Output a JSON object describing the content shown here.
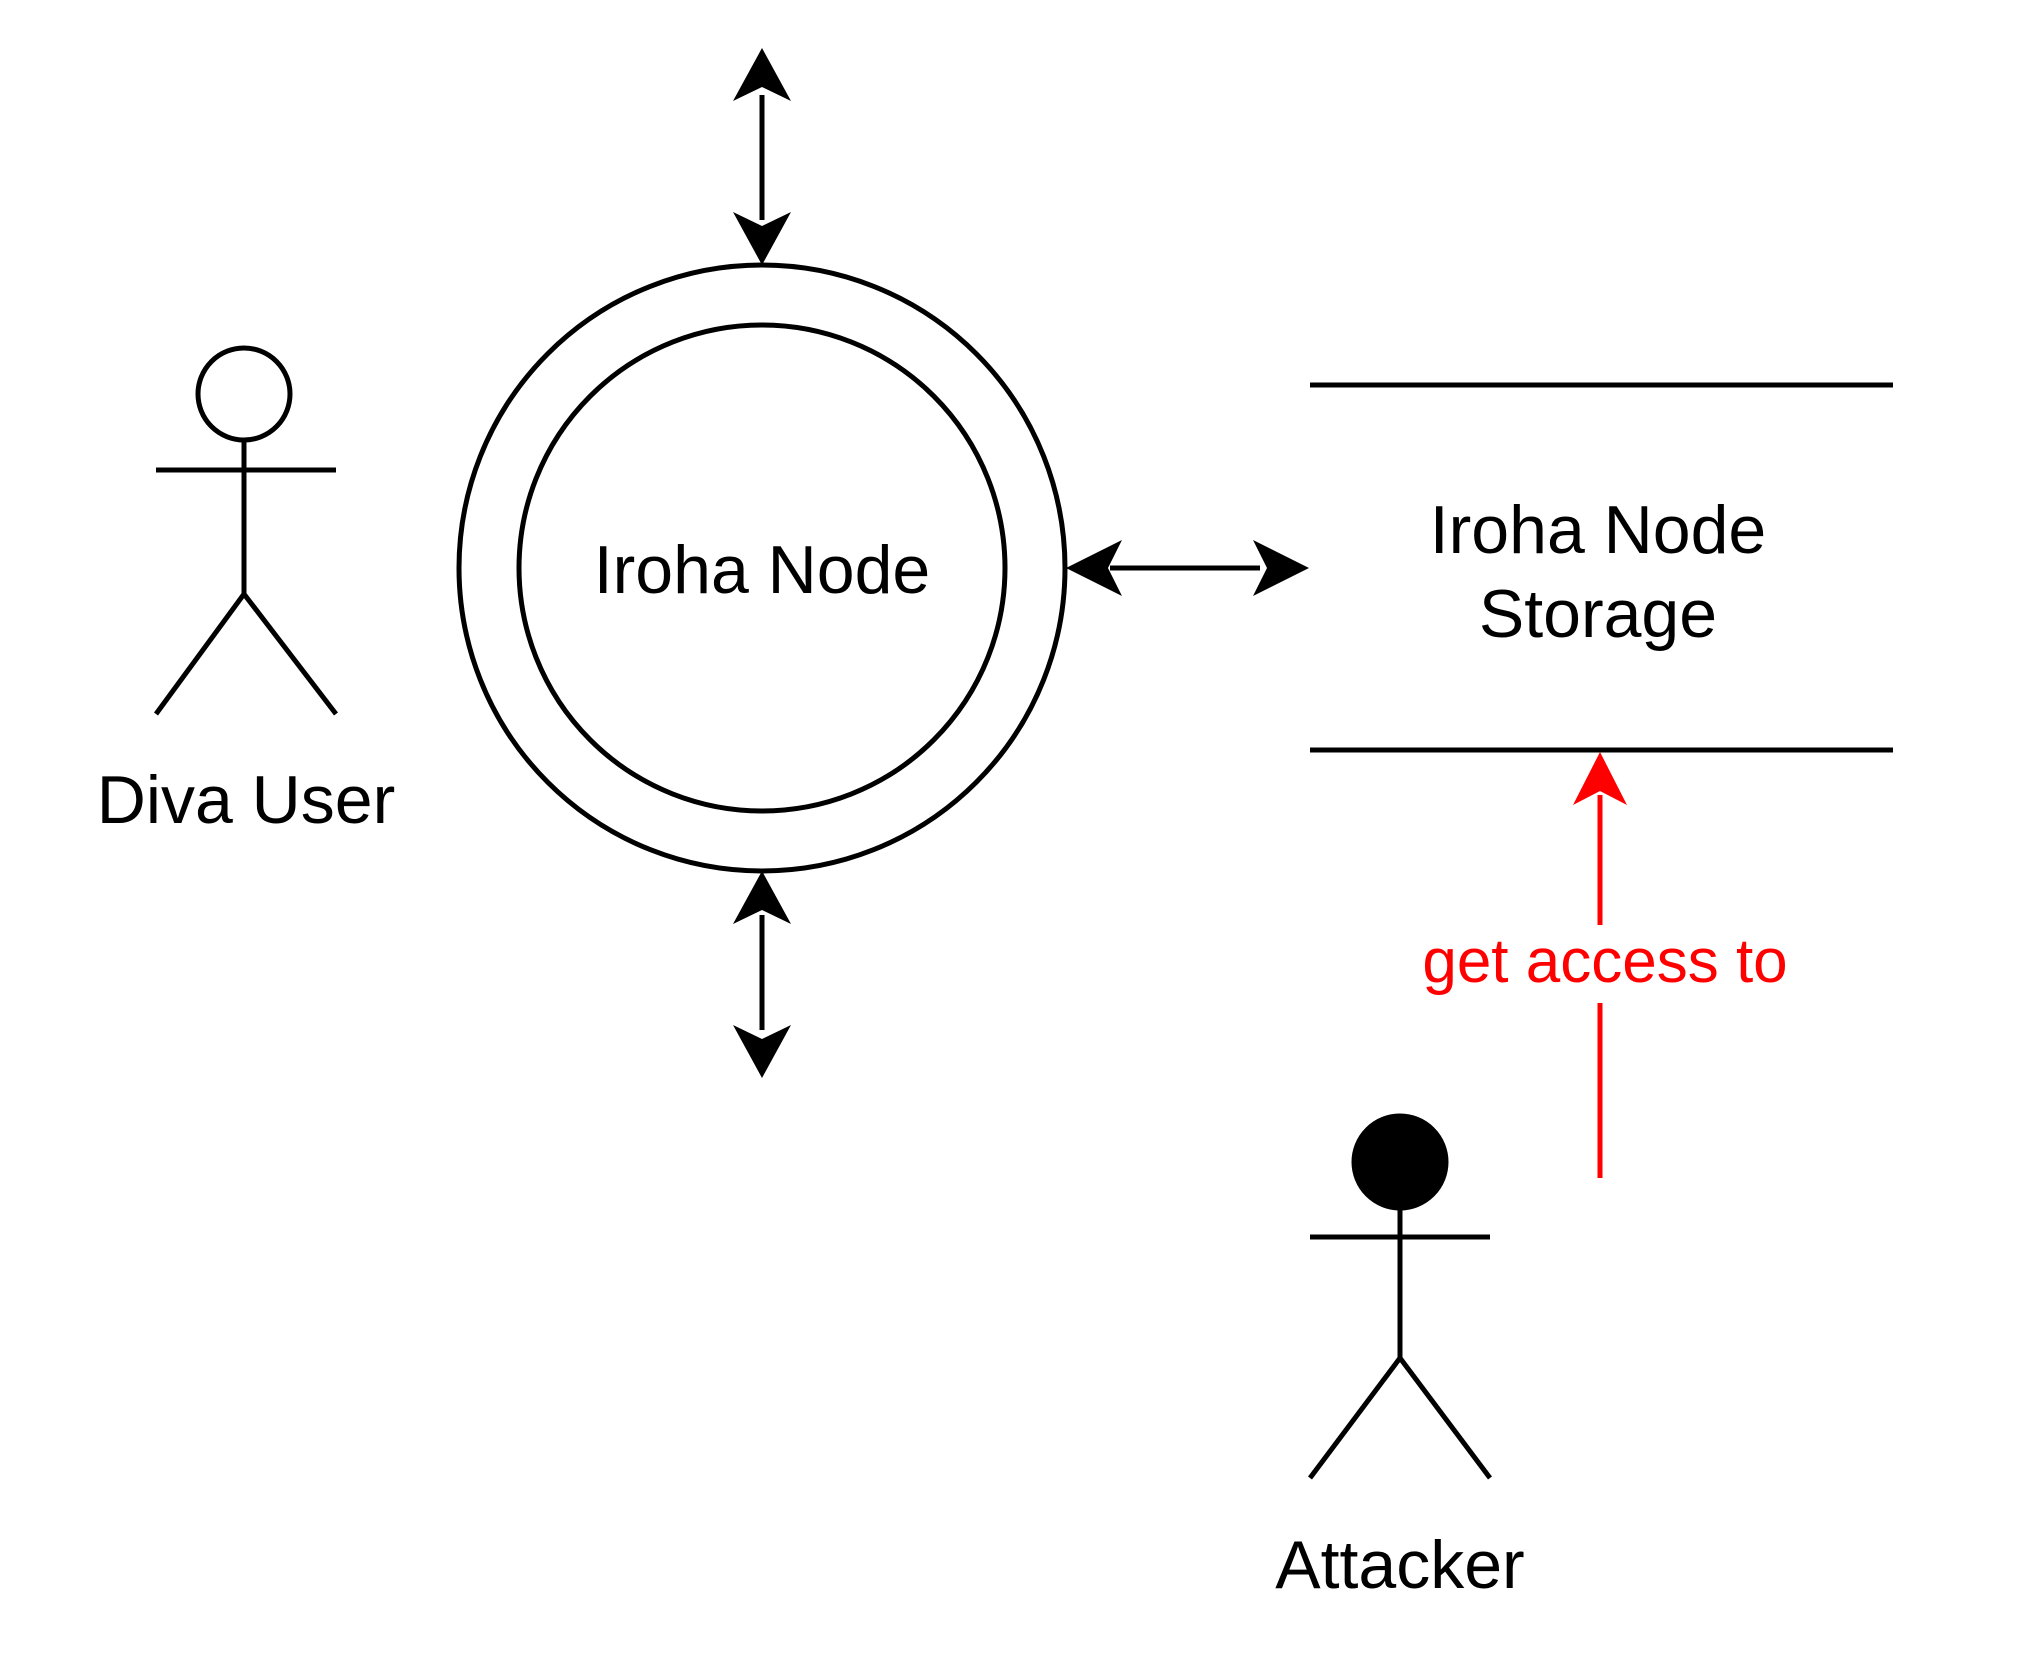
{
  "diagram": {
    "process": {
      "label": "Iroha Node"
    },
    "datastore": {
      "line1": "Iroha Node",
      "line2": "Storage"
    },
    "actors": {
      "user": {
        "label": "Diva User",
        "icon": "stick-figure-outline-icon"
      },
      "attacker": {
        "label": "Attacker",
        "icon": "stick-figure-filled-icon"
      }
    },
    "threat": {
      "label": "get access to",
      "color": "#ff0000"
    },
    "colors": {
      "stroke": "#000000",
      "threat": "#ff0000",
      "background": "#ffffff"
    }
  }
}
